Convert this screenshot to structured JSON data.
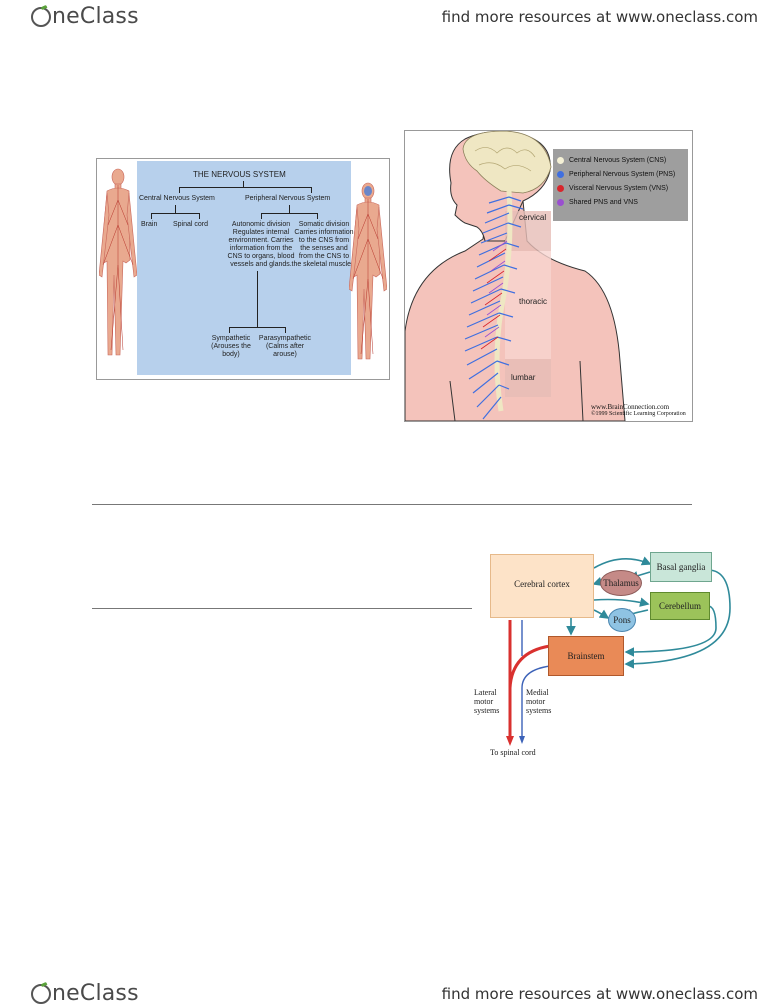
{
  "header": {
    "brand": "OneClass",
    "promo": "find more resources at www.oneclass.com"
  },
  "footer": {
    "brand": "OneClass",
    "promo": "find more resources at www.oneclass.com"
  },
  "fig_nervous": {
    "title": "THE NERVOUS SYSTEM",
    "cns": "Central Nervous System",
    "pns": "Peripheral Nervous System",
    "brain": "Brain",
    "spinal": "Spinal cord",
    "autonomic": [
      "Autonomic division",
      "Regulates internal",
      "environment. Carries",
      "information from the",
      "CNS to organs, blood",
      "vessels and glands."
    ],
    "somatic": [
      "Somatic division",
      "Carries information",
      "to the CNS from",
      "the senses and",
      "from the CNS to",
      "the skeletal muscles."
    ],
    "sympathetic": [
      "Sympathetic",
      "(Arouses the",
      "body)"
    ],
    "parasympathetic": [
      "Parasympathetic",
      "(Calms after",
      "arouse)"
    ]
  },
  "fig_spine": {
    "legend": [
      {
        "label": "Central Nervous System (CNS)",
        "color": "#f5f1d6"
      },
      {
        "label": "Peripheral Nervous System (PNS)",
        "color": "#3f6fe0"
      },
      {
        "label": "Visceral Nervous System (VNS)",
        "color": "#d8262c"
      },
      {
        "label": "Shared PNS and VNS",
        "color": "#9a4fd0"
      }
    ],
    "regions": {
      "cervical": "cervical",
      "thoracic": "thoracic",
      "lumbar": "lumbar"
    },
    "credit1": "www.BrainConnection.com",
    "credit2": "©1999 Scientific Learning Corporation"
  },
  "fig_motor": {
    "cortex": "Cerebral cortex",
    "thalamus": "Thalamus",
    "pons": "Pons",
    "basal": "Basal ganglia",
    "cerebellum": "Cerebellum",
    "brainstem": "Brainstem",
    "lateral": [
      "Lateral",
      "motor",
      "systems"
    ],
    "medial": [
      "Medial",
      "motor",
      "systems"
    ],
    "spinal": "To spinal cord"
  },
  "colors": {
    "teal": "#2f8a9a",
    "red": "#d9312f",
    "blue": "#3c62b8"
  }
}
